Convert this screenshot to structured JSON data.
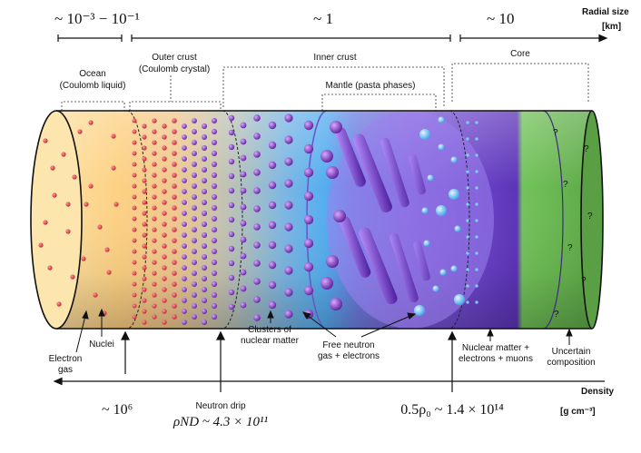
{
  "radial": {
    "title_line1": "Radial size",
    "title_line2": "[km]",
    "scale1": "~ 10⁻³ − 10⁻¹",
    "scale2": "~ 1",
    "scale3": "~ 10"
  },
  "regions": {
    "ocean_line1": "Ocean",
    "ocean_line2": "(Coulomb liquid)",
    "outer_line1": "Outer crust",
    "outer_line2": "(Coulomb crystal)",
    "inner": "Inner crust",
    "mantle": "Mantle (pasta phases)",
    "core": "Core"
  },
  "bottom_labels": {
    "electron_line1": "Electron",
    "electron_line2": "gas",
    "nuclei": "Nuclei",
    "clusters_line1": "Clusters of",
    "clusters_line2": "nuclear matter",
    "free_line1": "Free neutron",
    "free_line2": "gas + electrons",
    "nm_line1": "Nuclear matter +",
    "nm_line2": "electrons + muons",
    "unc_line1": "Uncertain",
    "unc_line2": "composition"
  },
  "density": {
    "title_line1": "Density",
    "title_line2": "[g cm⁻³]",
    "val1": "~ 10⁶",
    "drip_line1": "Neutron drip",
    "drip_line2": "ρND ~ 4.3 × 10¹¹",
    "val3": "0.5ρ₀ ~ 1.4 × 10¹⁴"
  },
  "core_mark": "?",
  "colors": {
    "ocean": "#fcd27e",
    "crust_mid": "#b8c6b4",
    "blue": "#5ab4ee",
    "mantle": "#7b5ed6",
    "core": "#6a3fc7",
    "green": "#78c55a",
    "nucleus_red": "#d8343c",
    "nucleus_purple": "#8b3cc8"
  }
}
